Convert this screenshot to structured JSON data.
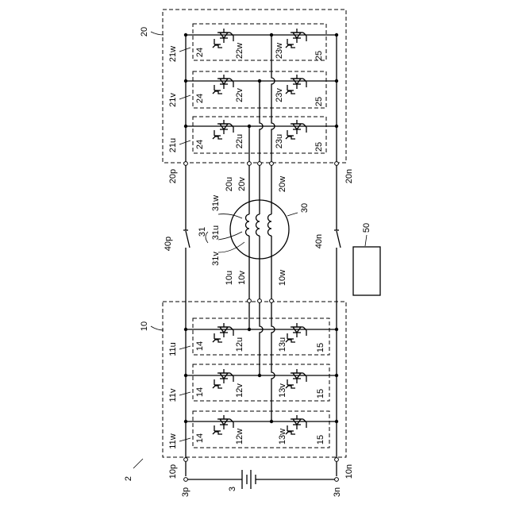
{
  "labels": {
    "system": "2",
    "battery": "3",
    "battery_p": "3p",
    "battery_n": "3n",
    "inv1": "10",
    "inv1_p": "10p",
    "inv1_n": "10n",
    "inv1_u": "10u",
    "inv1_v": "10v",
    "inv1_w": "10w",
    "inv1_leg_u": "11u",
    "inv1_leg_v": "11v",
    "inv1_leg_w": "11w",
    "inv1_up_u": "12u",
    "inv1_up_v": "12v",
    "inv1_up_w": "12w",
    "inv1_lo_u": "13u",
    "inv1_lo_v": "13v",
    "inv1_lo_w": "13w",
    "diode1": "14",
    "diode1b": "15",
    "inv2": "20",
    "inv2_p": "20p",
    "inv2_n": "20n",
    "inv2_u": "20u",
    "inv2_v": "20v",
    "inv2_w": "20w",
    "inv2_leg_u": "21u",
    "inv2_leg_v": "21v",
    "inv2_leg_w": "21w",
    "inv2_up_u": "22u",
    "inv2_up_v": "22v",
    "inv2_up_w": "22w",
    "inv2_lo_u": "23u",
    "inv2_lo_v": "23v",
    "inv2_lo_w": "23w",
    "diode2": "24",
    "diode2b": "25",
    "motor": "30",
    "windings": "31",
    "coil_u": "31u",
    "coil_v": "31v",
    "coil_w": "31w",
    "switch_p": "40p",
    "switch_n": "40n",
    "controller": "50"
  }
}
